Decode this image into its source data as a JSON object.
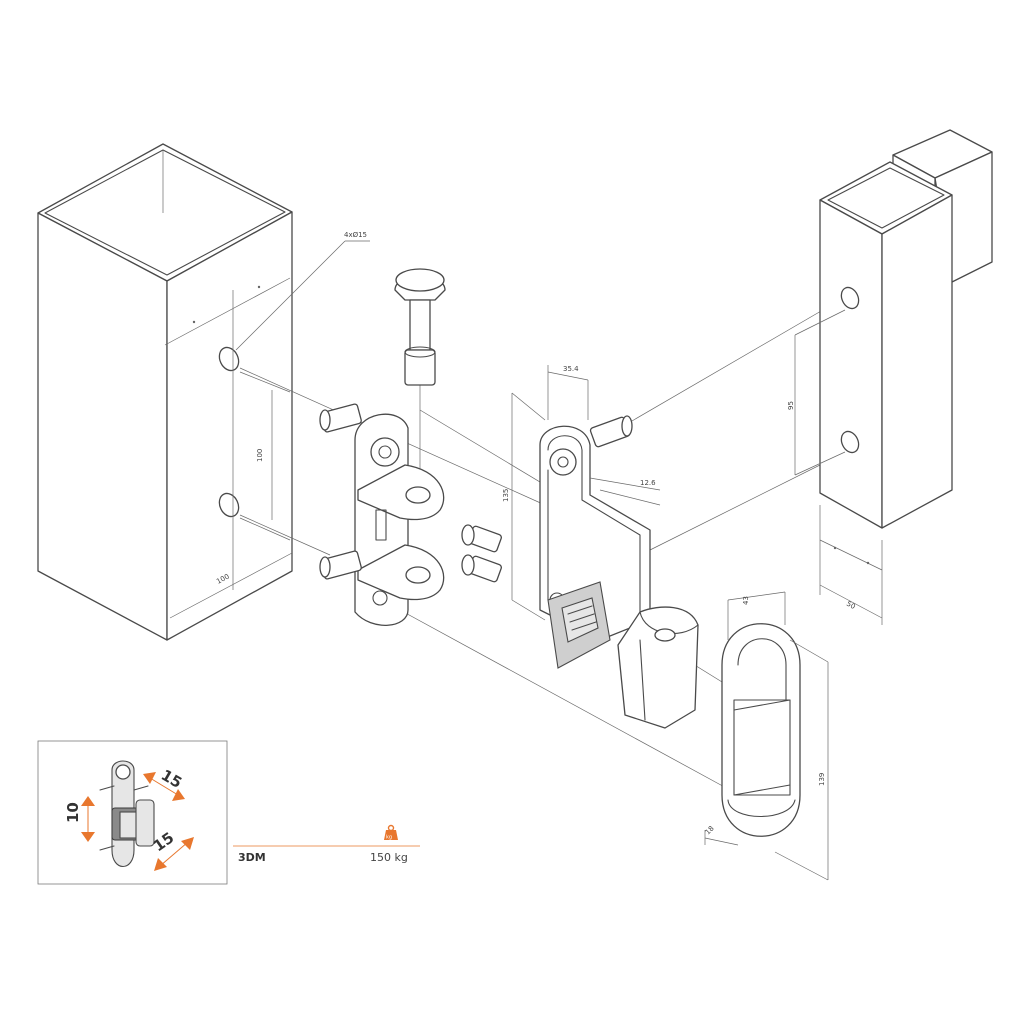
{
  "dimensions": {
    "holes": "4xØ15",
    "post_width": "100",
    "hole_spacing_left": "100",
    "bracket_width": "35.4",
    "bracket_height": "135",
    "pin_offset": "12.6",
    "hole_spacing_right": "95",
    "post_right_width": "50",
    "cap_width": "43",
    "cap_height": "139",
    "cap_depth": "18"
  },
  "legend": {
    "model": "3DM",
    "load": "150 kg",
    "weight_icon_label": "kg",
    "adjust_vertical": "10",
    "adjust_top": "15",
    "adjust_bottom": "15"
  },
  "colors": {
    "accent": "#e8772e",
    "line": "#4a4a4a"
  },
  "icons": [
    "weight-icon",
    "double-arrow-icon"
  ]
}
